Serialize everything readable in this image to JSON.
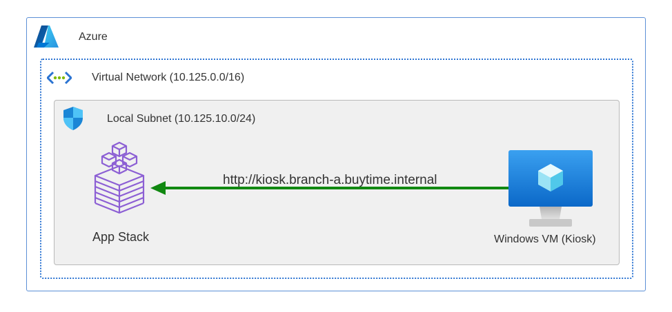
{
  "azure": {
    "label": "Azure",
    "icon": "azure-logo-icon",
    "color": "#0078d4"
  },
  "vnet": {
    "label": "Virtual Network (10.125.0.0/16)",
    "icon": "virtual-network-icon"
  },
  "subnet": {
    "label": "Local Subnet (10.125.10.0/24)",
    "icon": "subnet-shield-icon"
  },
  "app_stack": {
    "label": "App Stack",
    "icon": "app-stack-icon",
    "color": "#8c5fd4"
  },
  "kiosk_vm": {
    "label": "Windows VM (Kiosk)",
    "icon": "windows-vm-icon"
  },
  "connection": {
    "label": "http://kiosk.branch-a.buytime.internal",
    "color": "#118811"
  }
}
